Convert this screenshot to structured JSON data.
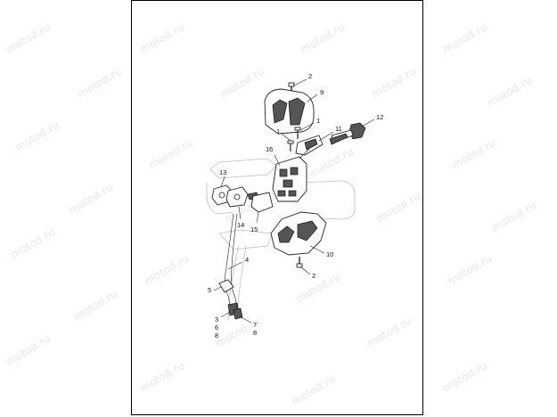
{
  "watermark": "motod.ru",
  "callouts": {
    "c1a": "1",
    "c1b": "1",
    "c2a": "2",
    "c2b": "2",
    "c3": "3",
    "c4": "4",
    "c5": "5",
    "c6": "6",
    "c7": "7",
    "c8a": "8",
    "c8b": "8",
    "c9": "9",
    "c10": "10",
    "c11": "11",
    "c12": "12",
    "c13": "13",
    "c14": "14",
    "c15": "15",
    "c16": "16"
  }
}
